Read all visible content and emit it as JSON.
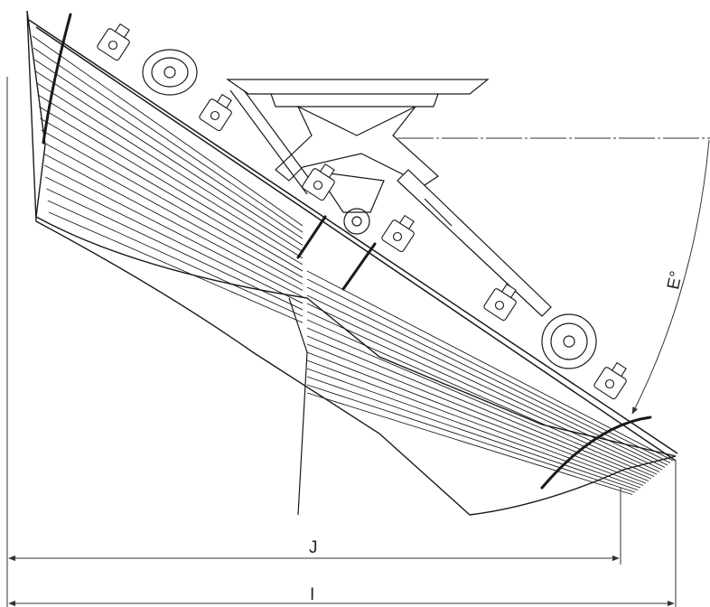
{
  "drawing": {
    "subject": "",
    "dimensions": {
      "angle": {
        "label": "E°"
      },
      "width_inner": {
        "label": "J"
      },
      "width_overall": {
        "label": "I"
      }
    },
    "colors": {
      "line": "#1a1a1a",
      "dimension_line": "#333333",
      "background": "#ffffff"
    }
  }
}
